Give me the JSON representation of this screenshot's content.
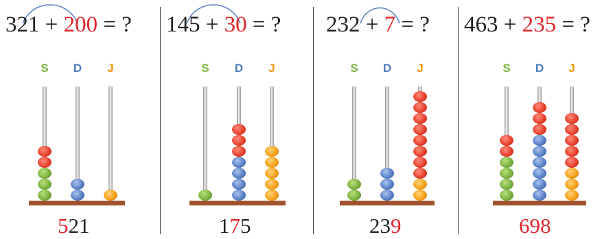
{
  "panels": [
    {
      "eq": {
        "a": "321",
        "op": " + ",
        "b": "200",
        "rest": " = ?"
      },
      "labels": [
        "S",
        "D",
        "J"
      ],
      "beads": [
        [
          "green",
          "green",
          "green",
          "red",
          "red"
        ],
        [
          "blue",
          "blue"
        ],
        [
          "orange"
        ]
      ],
      "answer": {
        "red": "5",
        "black": "21"
      }
    },
    {
      "eq": {
        "a": "145",
        "op": " + ",
        "b": "30",
        "rest": " = ?"
      },
      "labels": [
        "S",
        "D",
        "J"
      ],
      "beads": [
        [
          "green"
        ],
        [
          "blue",
          "blue",
          "blue",
          "blue",
          "red",
          "red",
          "red"
        ],
        [
          "orange",
          "orange",
          "orange",
          "orange",
          "orange"
        ]
      ],
      "answer": {
        "pre": "1",
        "red": "7",
        "post": "5"
      }
    },
    {
      "eq": {
        "a": "232",
        "op": " + ",
        "b": "7",
        "rest": " = ?"
      },
      "labels": [
        "S",
        "D",
        "J"
      ],
      "beads": [
        [
          "green",
          "green"
        ],
        [
          "blue",
          "blue",
          "blue"
        ],
        [
          "orange",
          "orange",
          "red",
          "red",
          "red",
          "red",
          "red",
          "red",
          "red",
          "red"
        ]
      ],
      "answer": {
        "black": "23",
        "red": "9"
      }
    },
    {
      "eq": {
        "a": "463",
        "op": " + ",
        "b": "235",
        "rest": " = ?"
      },
      "labels": [
        "S",
        "D",
        "J"
      ],
      "beads": [
        [
          "green",
          "green",
          "green",
          "green",
          "red",
          "red"
        ],
        [
          "blue",
          "blue",
          "blue",
          "blue",
          "blue",
          "blue",
          "red",
          "red",
          "red"
        ],
        [
          "orange",
          "orange",
          "orange",
          "red",
          "red",
          "red",
          "red",
          "red"
        ]
      ],
      "answer": {
        "red": "698"
      }
    }
  ],
  "colors": {
    "red": "#e0262b",
    "green": "#7cb342",
    "blue": "#4f7cc0",
    "orange": "#f39200",
    "base": "#a0522d"
  }
}
